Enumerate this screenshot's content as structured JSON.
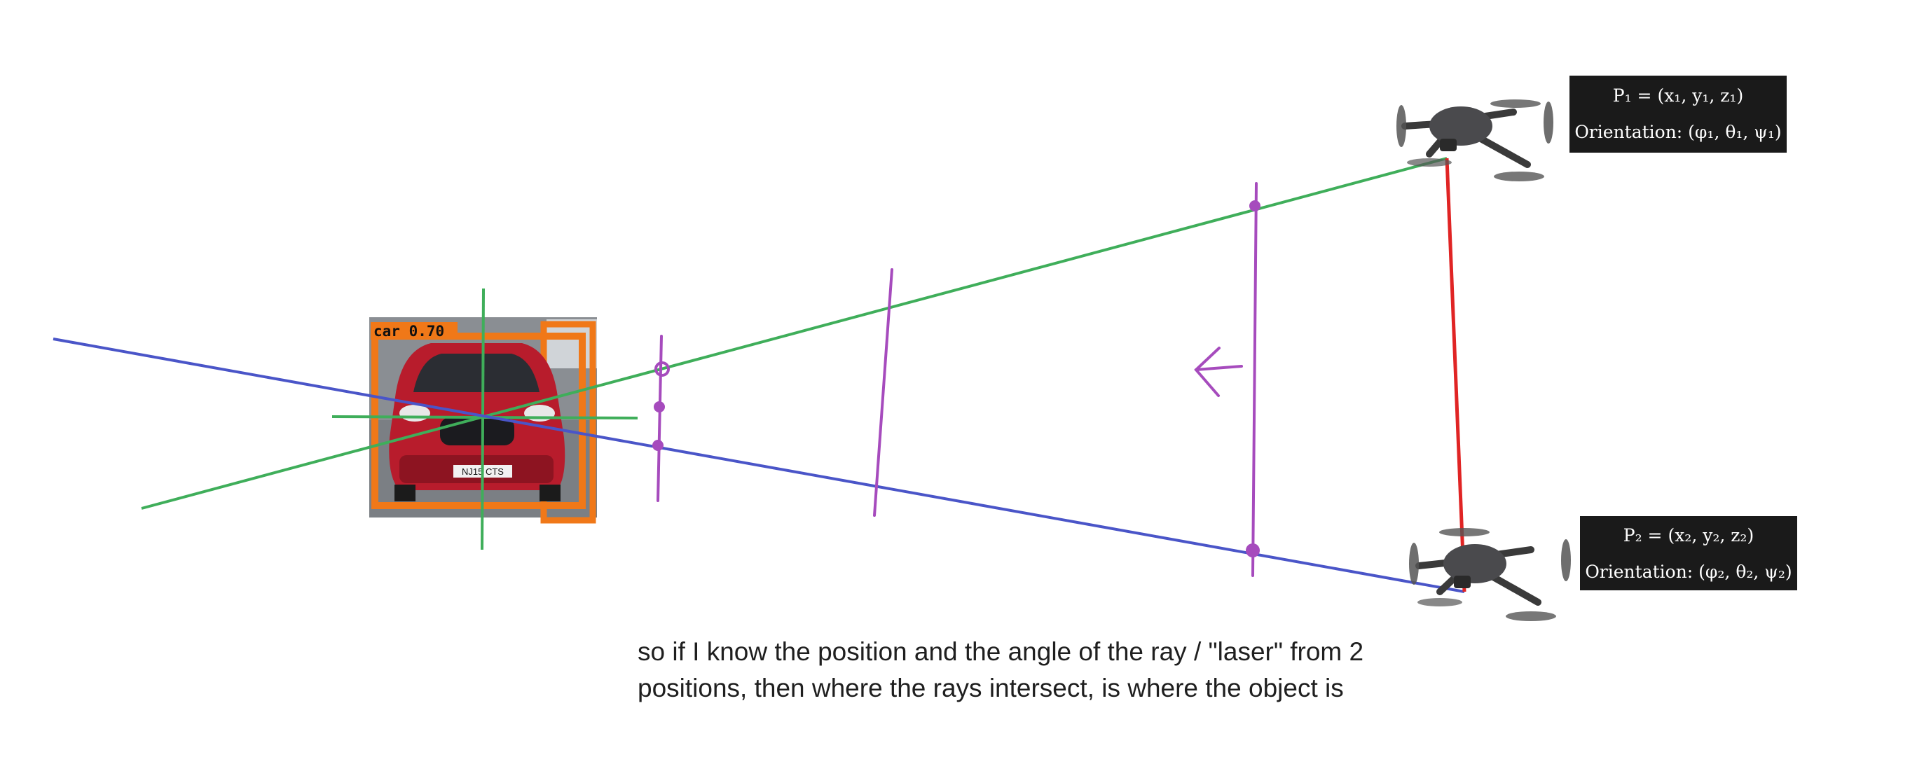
{
  "detection": {
    "label": "car 0.70",
    "plate": "NJ15 CTS"
  },
  "drone1": {
    "position_label": "P₁ = (x₁, y₁, z₁)",
    "orientation_label": "Orientation: (φ₁, θ₁, ψ₁)"
  },
  "drone2": {
    "position_label": "P₂ = (x₂, y₂, z₂)",
    "orientation_label": "Orientation: (φ₂, θ₂, ψ₂)"
  },
  "caption": {
    "line1": "so if I know the position and the angle of the ray / \"laser\" from 2",
    "line2": "positions, then where the rays intersect, is where the object is"
  },
  "colors": {
    "green_ray": "#3fae5a",
    "blue_ray": "#4a55c8",
    "purple_ink": "#a64bbd",
    "baseline_red": "#e02424",
    "box_orange": "#f07818",
    "label_box": "#1a1a1a"
  }
}
